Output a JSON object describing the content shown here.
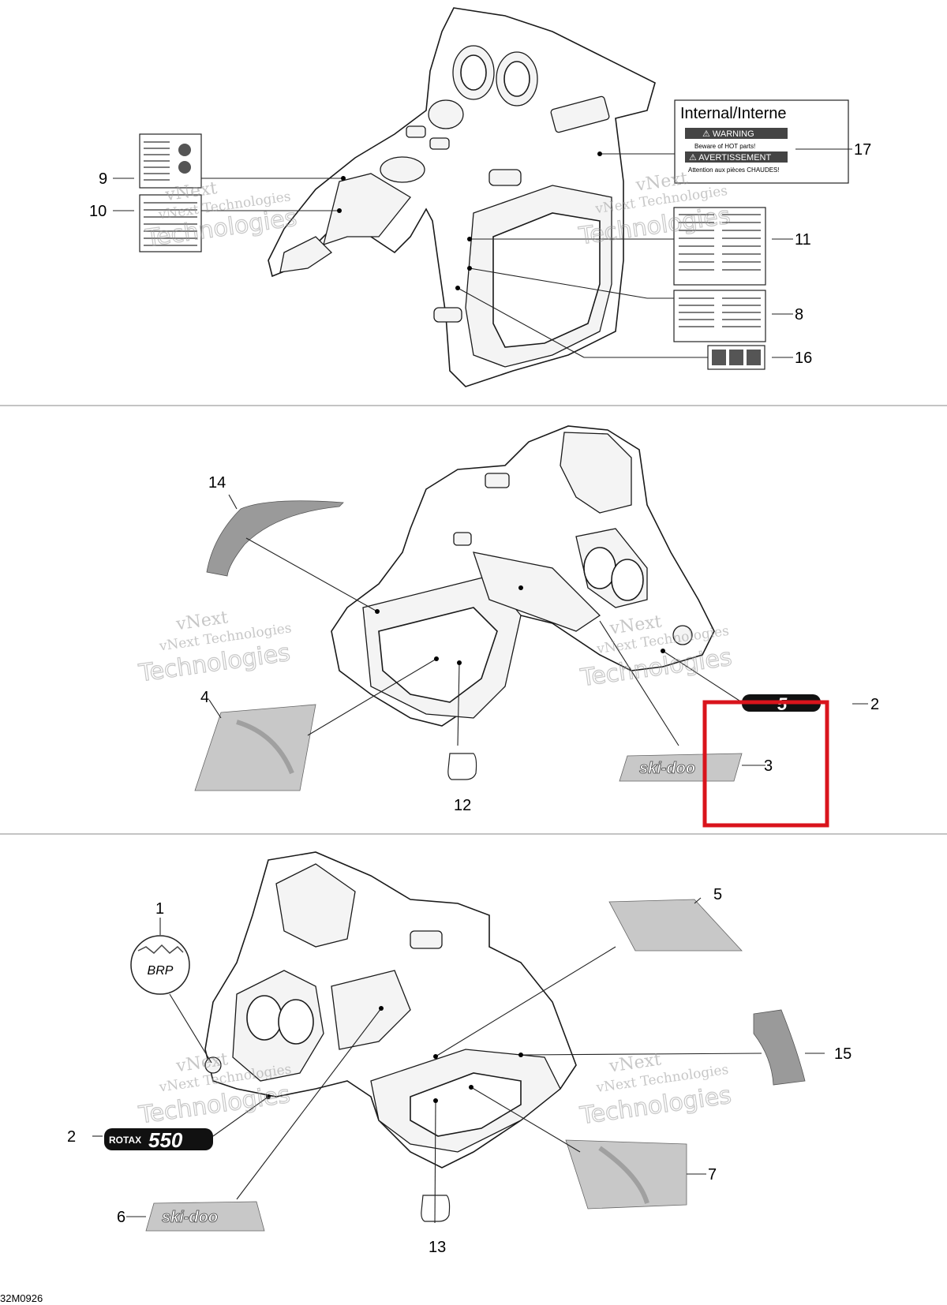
{
  "watermark": {
    "line1": "vNext",
    "line2": "vNext Technologies",
    "line3": "Technologies"
  },
  "sections": {
    "top": {
      "callouts": [
        "9",
        "10",
        "11",
        "8",
        "16",
        "17"
      ],
      "internal_label": {
        "title": "Internal/Interne",
        "warning": "⚠ WARNING",
        "warning_sub": "Beware of HOT parts!",
        "avert": "⚠ AVERTISSEMENT",
        "avert_sub": "Attention aux pièces CHAUDES!"
      }
    },
    "middle": {
      "callouts": [
        "14",
        "4",
        "12",
        "2",
        "3"
      ],
      "skidoo_text": "ski-doo"
    },
    "bottom": {
      "callouts": [
        "1",
        "2",
        "6",
        "13",
        "5",
        "15",
        "7"
      ],
      "brp_text": "BRP",
      "rotax_text": "ROTAX",
      "rotax_num": "550",
      "skidoo_text": "ski-doo"
    }
  },
  "highlight": {
    "color": "#d9141c"
  },
  "footer": {
    "code": "32M0926"
  }
}
